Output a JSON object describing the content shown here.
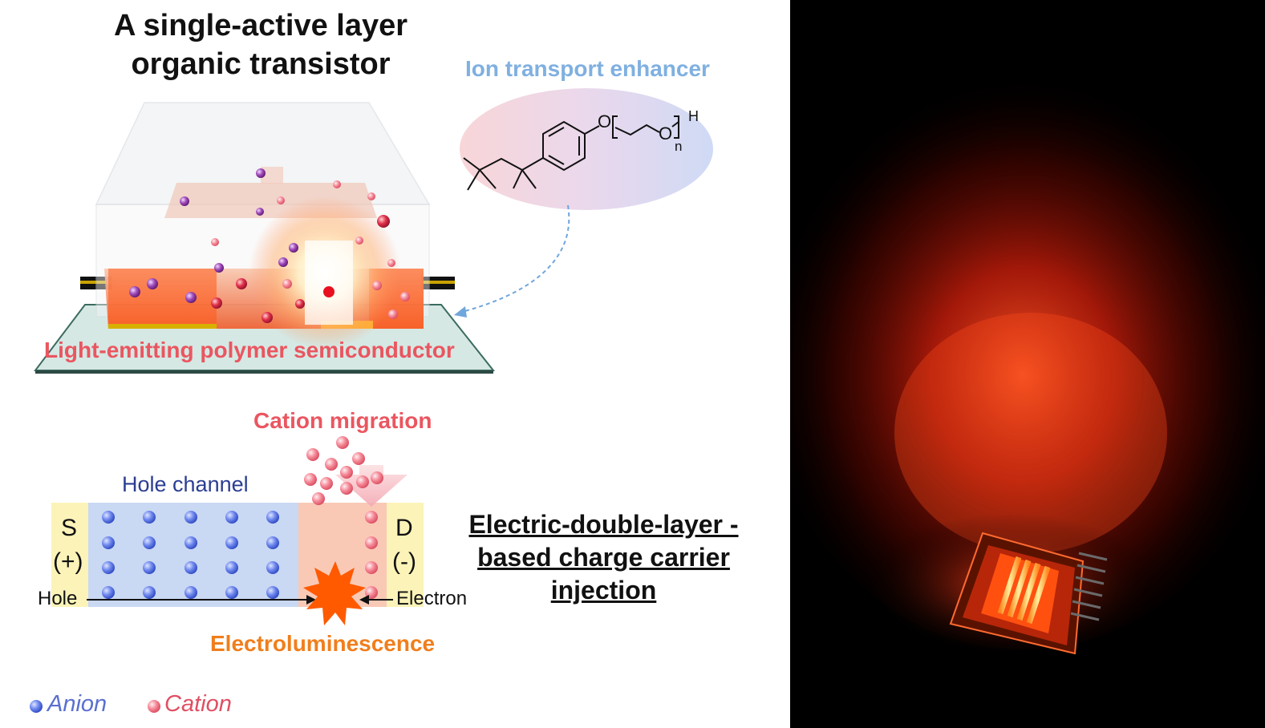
{
  "title": "A single-active layer organic transistor",
  "ion_enhancer": {
    "label": "Ion transport enhancer",
    "atom_o1": "O",
    "atom_o2": "O",
    "atom_h": "H",
    "subscript_n": "n"
  },
  "device": {
    "label": "Light-emitting polymer semiconductor"
  },
  "mechanism": {
    "cation_migration": "Cation migration",
    "hole_channel": "Hole channel",
    "source_letter": "S",
    "source_polarity": "(+)",
    "drain_letter": "D",
    "drain_polarity": "(-)",
    "hole": "Hole",
    "electron": "Electron",
    "electroluminescence": "Electroluminescence"
  },
  "edl_text": "Electric-double-layer -based charge carrier injection",
  "legend": {
    "anion": "Anion",
    "cation": "Cation"
  },
  "colors": {
    "anion": "#4a6ae0",
    "cation": "#f07888",
    "hole_channel_bg": "#c9d8f3",
    "electrode_bg": "#fbf3b8",
    "emission": "#ff3a10"
  }
}
